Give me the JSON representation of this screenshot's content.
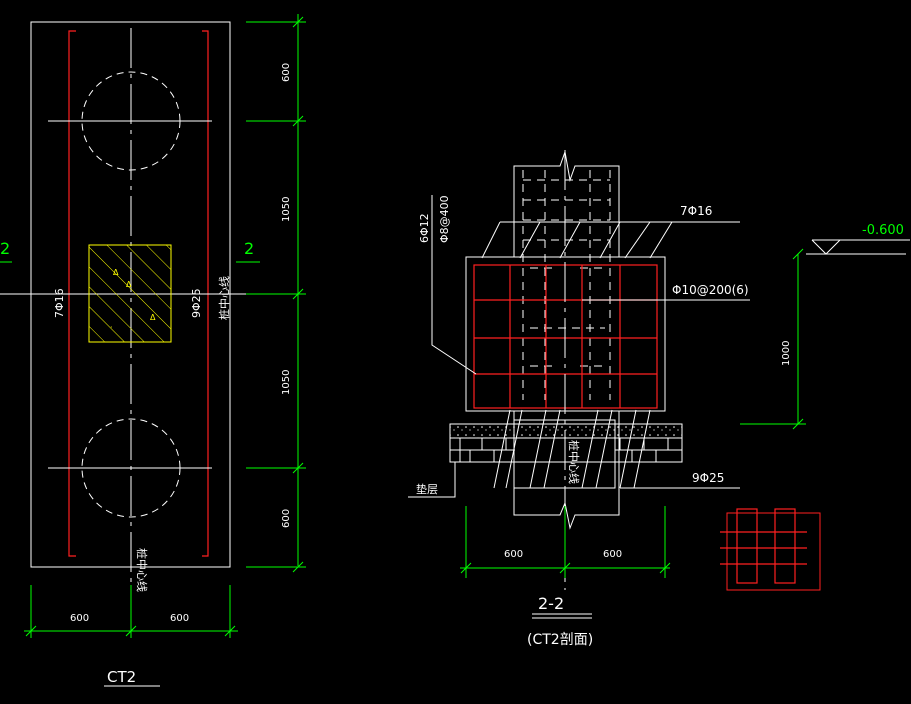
{
  "colors": {
    "background": "#000000",
    "outline": "#ffffff",
    "rebar": "#ff2020",
    "dimension": "#00ff00",
    "column": "#ffff00",
    "elevation": "#00ff00"
  },
  "plan": {
    "dims_vertical": [
      "600",
      "1050",
      "1050",
      "600"
    ],
    "dims_horizontal": [
      "600",
      "600"
    ],
    "section_mark_left": "2",
    "section_mark_right": "2",
    "rebar_left": "7Φ16",
    "rebar_right": "9Φ25",
    "centerline_horizontal": "桩中心线",
    "centerline_vertical": "桩中心线",
    "title": "CT2"
  },
  "section": {
    "label_top_a": "6Φ12",
    "label_top_b": "Φ8@400",
    "label_7phi16": "7Φ16",
    "label_stirrup": "Φ10@200(6)",
    "label_9phi25": "9Φ25",
    "label_cushion": "垫层",
    "label_pile_center": "桩中心线",
    "elevation": "-0.600",
    "dim_height": "1000",
    "dims_bottom": [
      "600",
      "600"
    ],
    "title": "2-2",
    "subtitle": "(CT2剖面)"
  }
}
